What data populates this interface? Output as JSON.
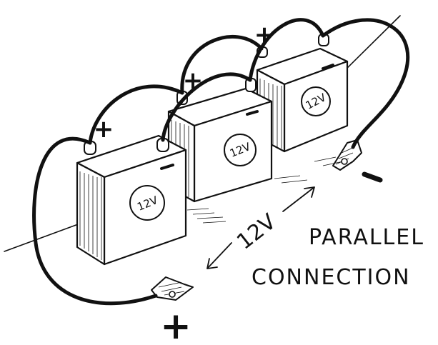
{
  "batteries": [
    {
      "label": "12V"
    },
    {
      "label": "12V"
    },
    {
      "label": "12V"
    }
  ],
  "terminal_signs": {
    "plus": "+",
    "minus": "-"
  },
  "voltage_label": "12V",
  "caption": {
    "line1": "PARALLEL",
    "line2": "CONNECTION"
  },
  "output_plus": "+",
  "output_minus": "-"
}
